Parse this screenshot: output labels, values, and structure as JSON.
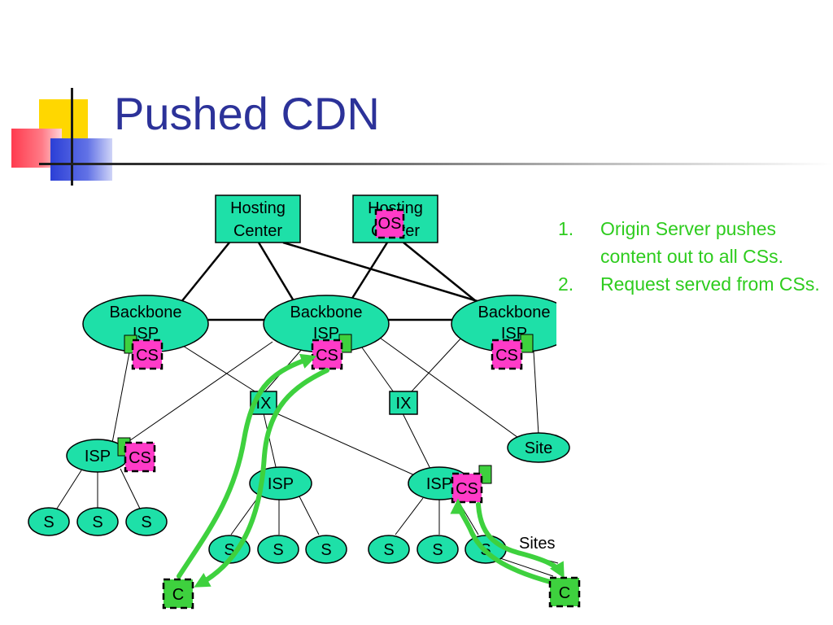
{
  "slide": {
    "title": "Pushed CDN",
    "steps": [
      {
        "number": "1.",
        "text": "Origin Server pushes content out to all CSs."
      },
      {
        "number": "2.",
        "text": "Request served from CSs."
      }
    ]
  },
  "diagram": {
    "hosting_centers": [
      {
        "line1": "Hosting",
        "line2": "Center"
      },
      {
        "line1": "Hosting",
        "line2": "Center"
      }
    ],
    "origin_server_label": "OS",
    "backbone_isps": [
      {
        "line1": "Backbone",
        "line2": "ISP"
      },
      {
        "line1": "Backbone",
        "line2": "ISP"
      },
      {
        "line1": "Backbone",
        "line2": "ISP"
      }
    ],
    "content_server_label": "CS",
    "exchange_label": "IX",
    "isp_label": "ISP",
    "site_label": "Site",
    "s_label": "S",
    "sites_label": "Sites",
    "client_label": "C",
    "colors": {
      "title": "#2c3299",
      "steps_text": "#2ecc1e",
      "node_fill": "#1ee0a8",
      "cache_server": "#ff3bc8",
      "client_and_arrows": "#3ed13e"
    }
  }
}
